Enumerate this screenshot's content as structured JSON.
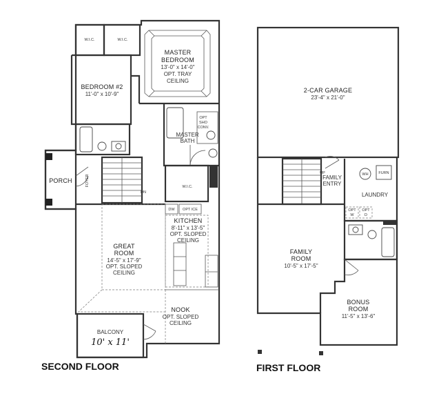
{
  "second_floor": {
    "title": "SECOND FLOOR",
    "rooms": {
      "wic_1": "W.I.C.",
      "wic_2": "W.I.C.",
      "master_name_1": "MASTER",
      "master_name_2": "BEDROOM",
      "master_dim": "13'-0\" x 14'-0\"",
      "master_opt_1": "OPT. TRAY",
      "master_opt_2": "CEILING",
      "bed2_name": "BEDROOM #2",
      "bed2_dim": "11'-0\" x 10'-9\"",
      "master_bath_1": "MASTER",
      "master_bath_2": "BATH",
      "opt_shower_1": "OPT",
      "opt_shower_2": "SHO",
      "opt_shower_3": "CONV.",
      "wic_3": "W.I.C.",
      "porch": "PORCH",
      "foyer": "FOYER",
      "dn": "DN",
      "dw": "DW",
      "opt_ice": "OPT ICE",
      "kitchen_name": "KITCHEN",
      "kitchen_dim": "8'-11\" x 13'-5\"",
      "kitchen_opt_1": "OPT. SLOPED",
      "kitchen_opt_2": "CEILING",
      "great_1": "GREAT",
      "great_2": "ROOM",
      "great_dim": "14'-5\" x 17'-9\"",
      "great_opt_1": "OPT. SLOPED",
      "great_opt_2": "CEILING",
      "nook": "NOOK",
      "nook_opt_1": "OPT. SLOPED",
      "nook_opt_2": "CEILING",
      "balcony": "BALCONY",
      "balcony_hand": "10' x 11'"
    }
  },
  "first_floor": {
    "title": "FIRST FLOOR",
    "rooms": {
      "garage_name": "2-CAR GARAGE",
      "garage_dim": "23'-4\" x 21'-0\"",
      "family_entry_1": "FAMILY",
      "family_entry_2": "ENTRY",
      "up": "UP",
      "wh": "WH",
      "furn": "FURN",
      "laundry": "LAUNDRY",
      "opt_w_1": "OPT",
      "opt_w_2": "W",
      "opt_d_1": "OPT",
      "opt_d_2": "D",
      "family_1": "FAMILY",
      "family_2": "ROOM",
      "family_dim": "10'-5\" x 17'-5\"",
      "bonus_1": "BONUS",
      "bonus_2": "ROOM",
      "bonus_dim": "11'-5\" x 13'-6\""
    }
  }
}
